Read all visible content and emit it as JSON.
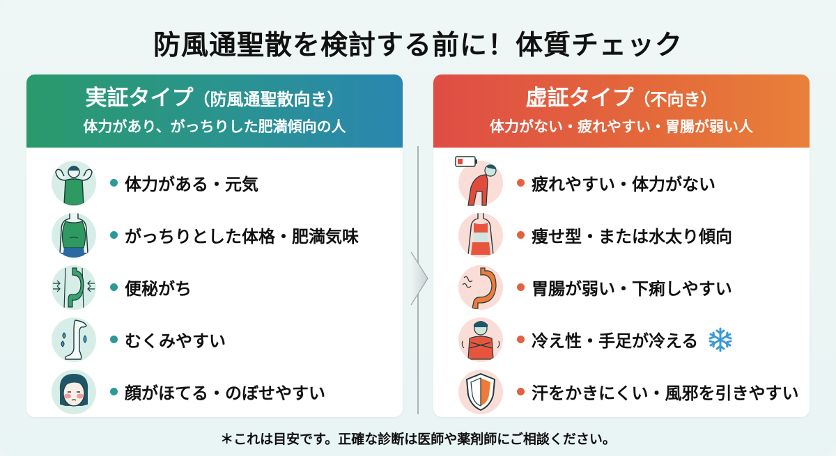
{
  "title": "防風通聖散を検討する前に！体質チェック",
  "left_panel": {
    "heading": "実証タイプ",
    "heading_sub": "（防風通聖散向き）",
    "subheading": "体力があり、がっちりした肥満傾向の人",
    "accent_color": "#2a9a98",
    "items": [
      {
        "icon": "muscular-man-icon",
        "label": "体力がある・元気"
      },
      {
        "icon": "stout-body-icon",
        "label": "がっちりとした体格・肥満気味"
      },
      {
        "icon": "constipated-stomach-icon",
        "label": "便秘がち"
      },
      {
        "icon": "swollen-leg-icon",
        "label": "むくみやすい"
      },
      {
        "icon": "flushed-face-icon",
        "label": "顔がほてる・のぼせやすい"
      }
    ]
  },
  "right_panel": {
    "heading": "虚証タイプ",
    "heading_sub": "（不向き）",
    "subheading": "体力がない・疲れやすい・胃腸が弱い人",
    "accent_color": "#e3613f",
    "items": [
      {
        "icon": "tired-person-low-battery-icon",
        "label": "疲れやすい・体力がない"
      },
      {
        "icon": "slim-body-icon",
        "label": "痩せ型・または水太り傾向"
      },
      {
        "icon": "weak-stomach-icon",
        "label": "胃腸が弱い・下痢しやすい"
      },
      {
        "icon": "shivering-person-icon",
        "label": "冷え性・手足が冷える",
        "extra_icon": "snowflake-icon"
      },
      {
        "icon": "half-shield-icon",
        "label": "汗をかきにくい・風邪を引きやすい"
      }
    ]
  },
  "footnote": "＊これは目安です。正確な診断は医師や薬剤師にご相談ください。"
}
